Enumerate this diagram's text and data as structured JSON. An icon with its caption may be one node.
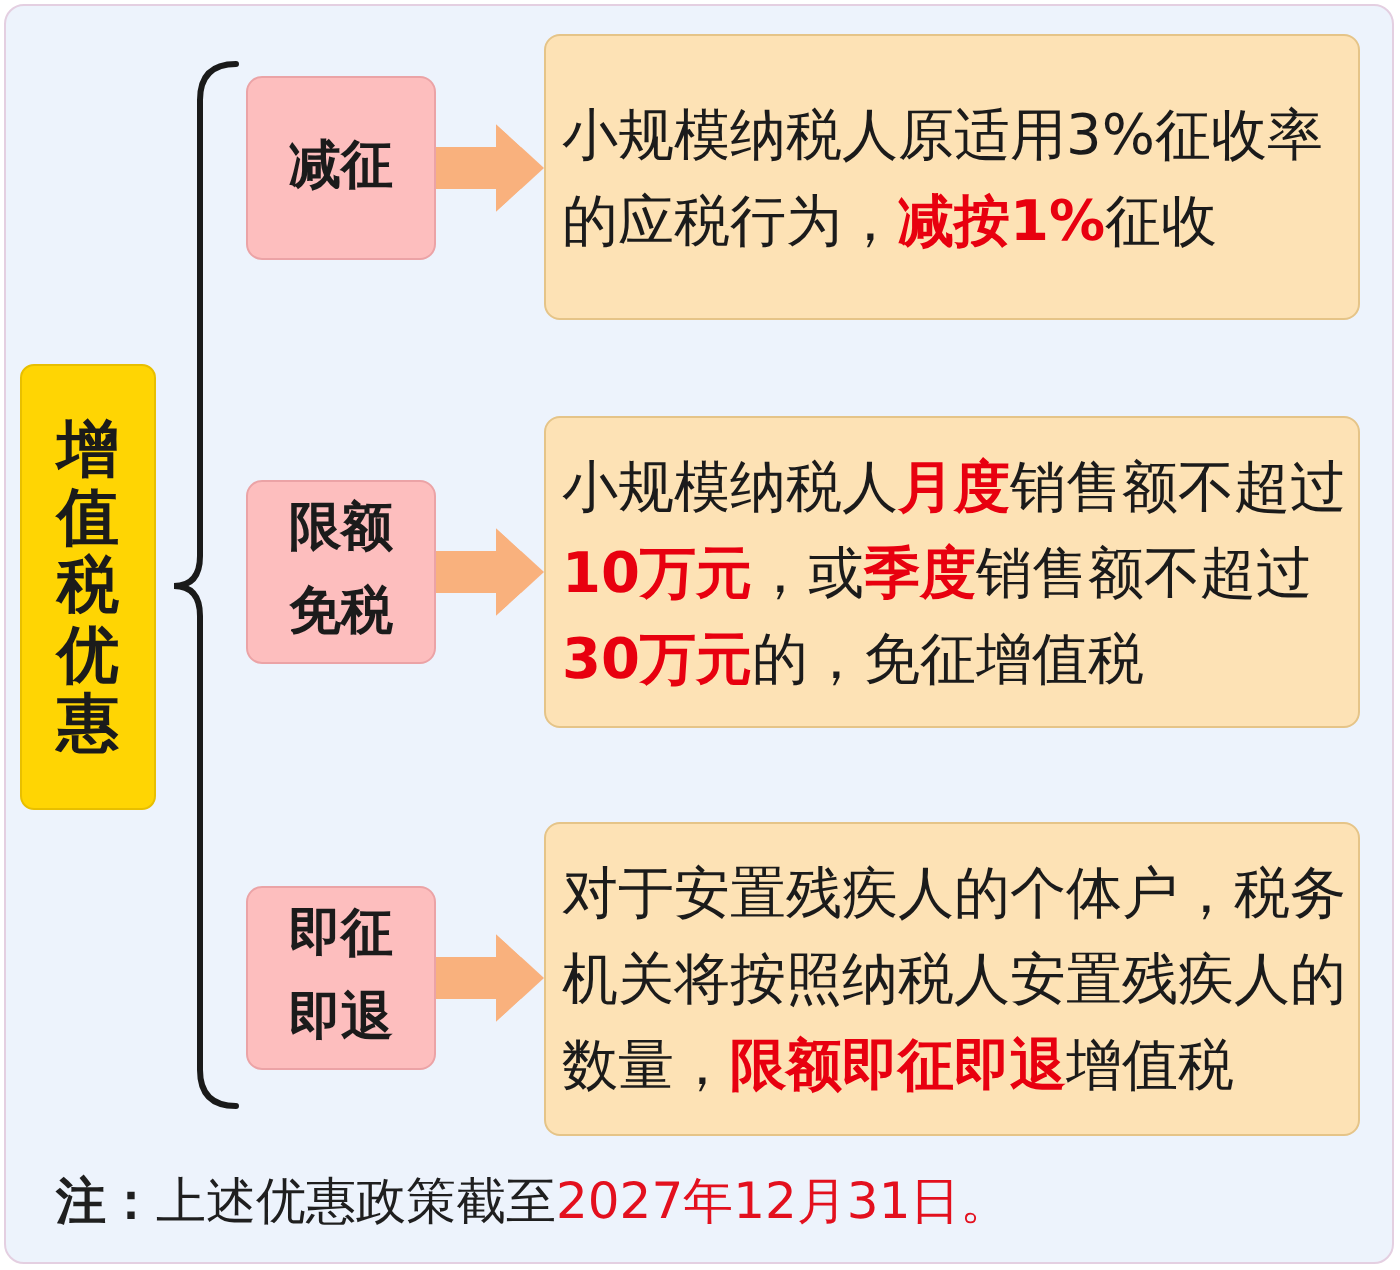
{
  "diagram": {
    "nodes": [
      {
        "text": [
          "增值税优惠"
        ]
      },
      {
        "text": [
          "减征"
        ]
      },
      {
        "text": [
          "小规模纳税人原适用3%征收率的应税行为，**减按1%**征收"
        ]
      },
      {
        "text": [
          "限额免税"
        ]
      },
      {
        "text": [
          "小规模纳税人**月度**销售额不超过**10万元**，或**季度**销售额不超过**30万元**的，免征增值税"
        ]
      },
      {
        "text": [
          "即征即退"
        ]
      },
      {
        "text": [
          "对于安置残疾人的个体户，税务机关将按照纳税人安置残疾人的数量，**限额即征即退**增值税"
        ]
      }
    ],
    "edges": [
      {
        "from": 1,
        "to": 2,
        "arrow": "to"
      },
      {
        "from": 3,
        "to": 4,
        "arrow": "to"
      },
      {
        "from": 5,
        "to": 6,
        "arrow": "to"
      }
    ],
    "labels": [
      "**注：**上述优惠政策截至**2027年12月31日。**"
    ]
  }
}
